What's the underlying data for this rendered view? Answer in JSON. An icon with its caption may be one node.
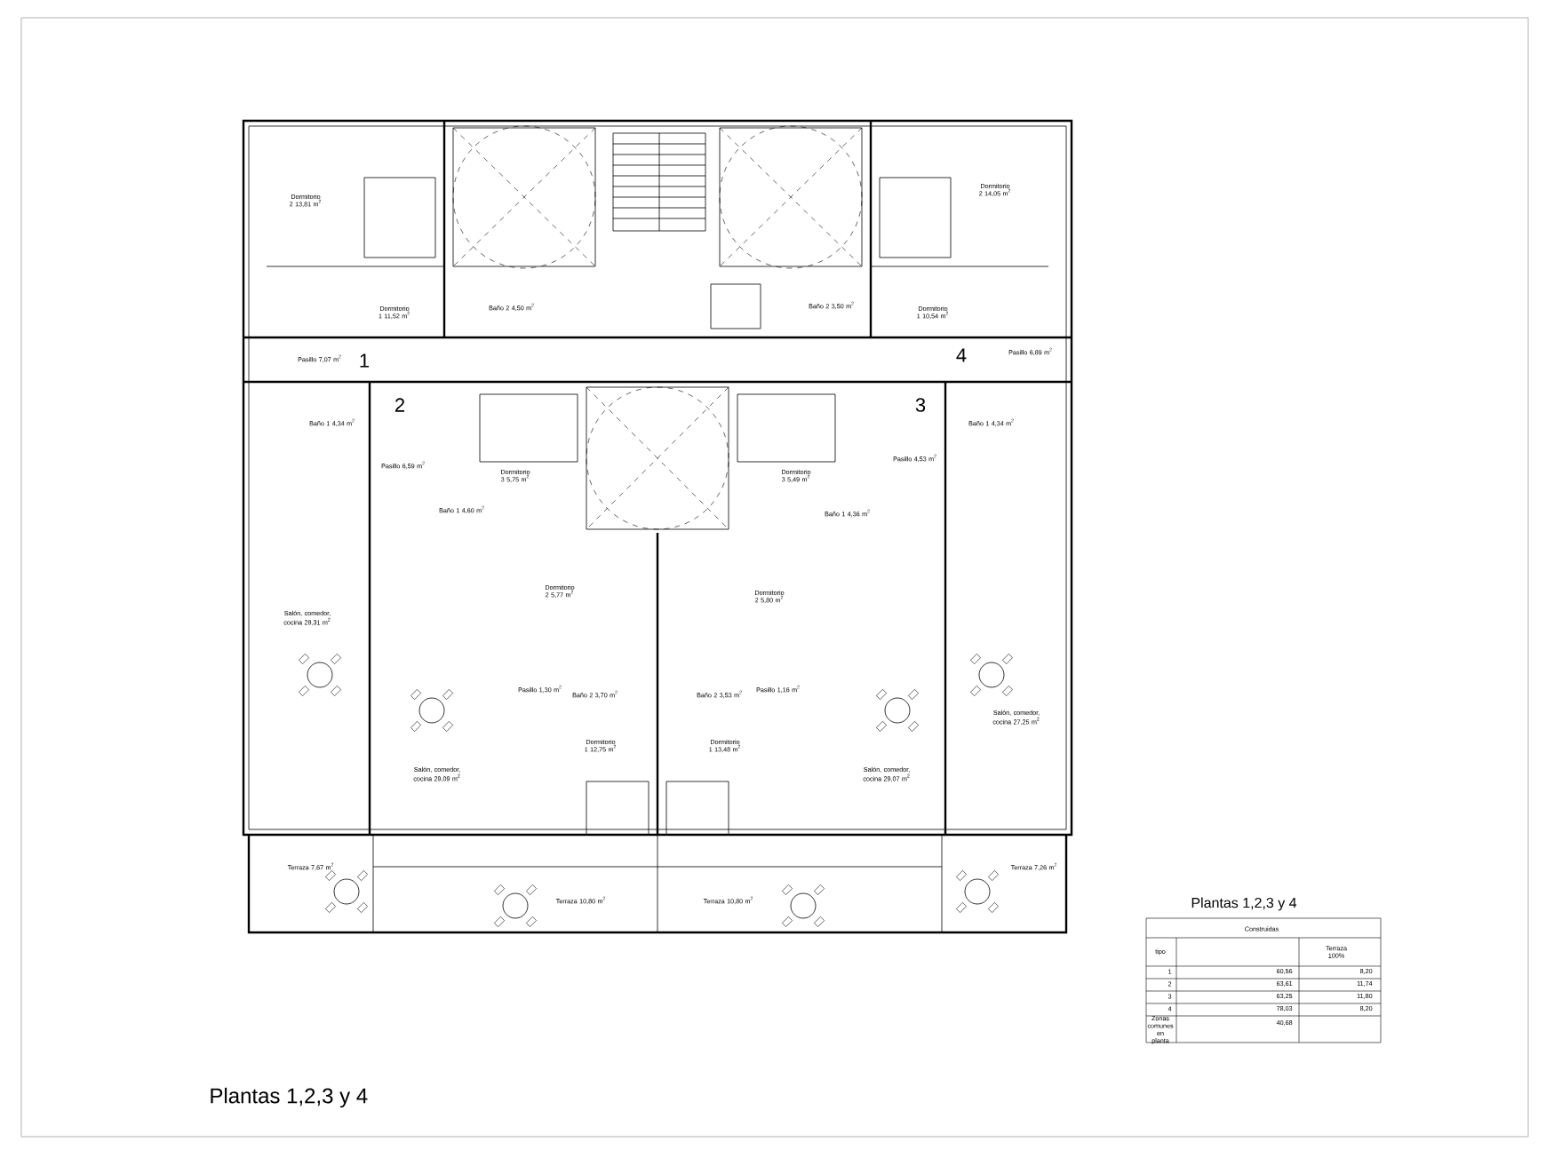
{
  "diagram": {
    "title": "Plantas 1,2,3 y 4",
    "labels": [
      "Dormitorio 2 13,81 m$^{2}$",
      "Dormitorio 2 14,05 m$^{2}$",
      "Dormitorio 1 11,52 m$^{2}$",
      "Baño 2 4,50 m$^{2}$",
      "Baño 2 3,50 m$^{2}$",
      "Dormitorio 1 10,54 m$^{2}$",
      "Pasillo 6,89 m$^{2}$",
      "Pasillo 7,07 m$^{2}$",
      "1",
      "4",
      "2",
      "3",
      "Baño 1 4,34 m$^{2}$",
      "Baño 1 4,34 m$^{2}$",
      "Pasillo 6,59 m$^{2}$",
      "Pasillo 4,53 m$^{2}$",
      "Dormitorio 3 5,75 m$^{2}$",
      "Dormitorio 3 5,49 m$^{2}$",
      "Baño 1 4,60 m$^{2}$",
      "Baño 1 4,36 m$^{2}$",
      "Dormitorio 2 5,77 m$^{2}$",
      "Dormitorio 2 5,80 m$^{2}$",
      "Salón, comedor, cocina 28,31 m$^{2}$",
      "Pasillo 1,30 m$^{2}$",
      "Baño 2 3,70 m$^{2}$",
      "Baño 2 3,53 m$^{2}$",
      "Pasillo 1,16 m$^{2}$",
      "Salón, comedor, cocina 27,25 m$^{2}$",
      "Dormitorio 1 12,75 m$^{2}$",
      "Dormitorio 1 13,48 m$^{2}$",
      "Salón, comedor, cocina 29,09 m$^{2}$",
      "Salón, comedor, cocina 29,07 m$^{2}$",
      "Terraza 7,67 m$^{2}$",
      "Terraza 7,26 m$^{2}$",
      "Terraza 10,80 m$^{2}$",
      "Terraza 10,80 m$^{2}$",
      "Plantas 1,2,3 y 4",
      "Construidas",
      "tipo",
      "Terraza 100%",
      "1",
      "60,56",
      "8,20",
      "2",
      "63,61",
      "11,74",
      "3",
      "63,25",
      "11,80",
      "4",
      "78,03",
      "8,20",
      "Zonas comunes en planta",
      "40,68"
    ]
  }
}
